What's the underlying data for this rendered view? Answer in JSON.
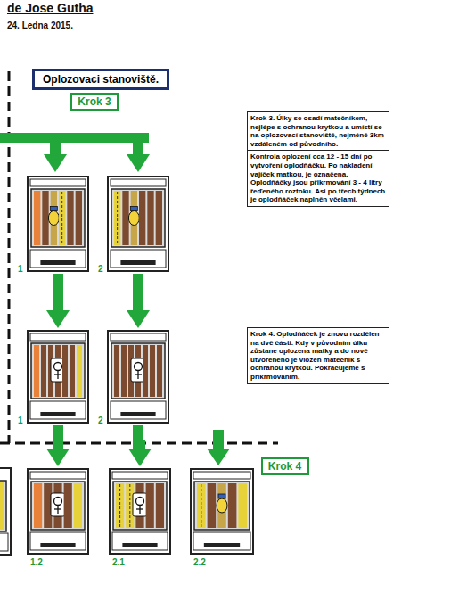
{
  "diagram": {
    "title": "de Jose Gutha",
    "nodes": [
      {
        "text": [
          "Oplozovaci stanoviště."
        ]
      },
      {
        "text": [
          "Krok 3"
        ]
      },
      {
        "text": [
          "Krok 3. Úlky se osadí matečníkem, nejlépe s ochranou krytkou a umístí se na oplozovací stanoviště, nejméně 3km vzdáleném od původního.",
          "Kontrola oplození cca 12 - 15 dní po vytvoření oplodňáčku. Po nakladení vajíček matkou, je označena. Oplodňáčky jsou přikrmování 3 - 4 litry řeďeného roztoku. Asi po třech týdnech je oplodňáček naplněn včelami."
        ]
      },
      {
        "text": [
          "1"
        ]
      },
      {
        "text": [
          "2"
        ]
      },
      {
        "text": [
          "Krok 4. Oplodňáček je znovu rozdělen na dvě části. Kdy v původním úlku zůstane oplozena matky a do nově utvořeného je vložen matečník s ochranou krytkou. Pokračujeme s přikrmováním."
        ]
      },
      {
        "text": [
          "1"
        ]
      },
      {
        "text": [
          "2"
        ]
      },
      {
        "text": [
          "Krok 4"
        ]
      },
      {
        "text": [
          "1.2"
        ]
      },
      {
        "text": [
          "2.1"
        ]
      },
      {
        "text": [
          "2.2"
        ]
      }
    ],
    "edges": [
      {
        "from": 3,
        "to": 6,
        "arrow": "to"
      },
      {
        "from": 4,
        "to": 7,
        "arrow": "to"
      },
      {
        "from": 6,
        "to": 9,
        "arrow": "to"
      },
      {
        "from": 7,
        "to": 10,
        "arrow": "to"
      }
    ],
    "labels": [
      "24. Ledna 2015."
    ]
  }
}
